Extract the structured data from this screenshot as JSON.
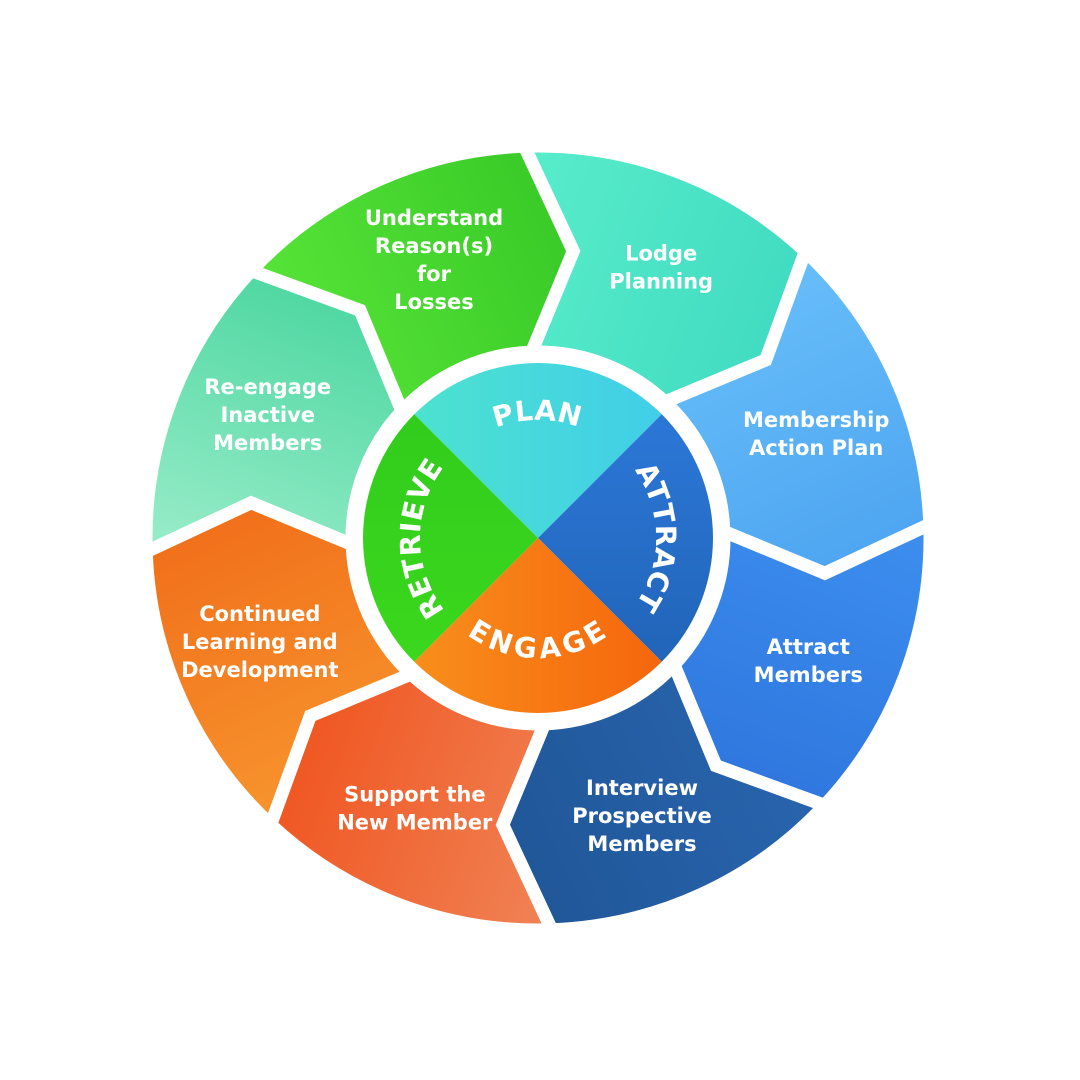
{
  "center": {
    "quadrants": [
      {
        "id": "plan",
        "label": "PLAN",
        "color_a": "#4fe8c8",
        "color_b": "#3ec8f0"
      },
      {
        "id": "attract",
        "label": "ATTRACT",
        "color_a": "#2f7de0",
        "color_b": "#1e5fb0"
      },
      {
        "id": "engage",
        "label": "ENGAGE",
        "color_a": "#f55a08",
        "color_b": "#f99a20"
      },
      {
        "id": "retrieve",
        "label": "RETRIEVE",
        "color_a": "#3edb1e",
        "color_b": "#2fc91c"
      }
    ]
  },
  "segments": [
    {
      "id": "lodge-planning",
      "lines": [
        "Lodge",
        "Planning"
      ],
      "color_a": "#5cf0cc",
      "color_b": "#3ed9c0"
    },
    {
      "id": "membership-action-plan",
      "lines": [
        "Membership",
        "Action Plan"
      ],
      "color_a": "#6cc2fa",
      "color_b": "#4aa2f0"
    },
    {
      "id": "attract-members",
      "lines": [
        "Attract",
        "Members"
      ],
      "color_a": "#3f92f2",
      "color_b": "#2d74dc"
    },
    {
      "id": "interview-prospective-members",
      "lines": [
        "Interview",
        "Prospective",
        "Members"
      ],
      "color_a": "#2a66b0",
      "color_b": "#1f5596"
    },
    {
      "id": "support-the-new-member",
      "lines": [
        "Support the",
        "New Member"
      ],
      "color_a": "#f08a5e",
      "color_b": "#f0501a"
    },
    {
      "id": "continued-learning",
      "lines": [
        "Continued",
        "Learning and",
        "Development"
      ],
      "color_a": "#f89a30",
      "color_b": "#f06a18"
    },
    {
      "id": "re-engage-inactive-members",
      "lines": [
        "Re-engage",
        "Inactive",
        "Members"
      ],
      "color_a": "#a6f0d0",
      "color_b": "#44d49c"
    },
    {
      "id": "understand-reasons",
      "lines": [
        "Understand",
        "Reason(s)",
        "for",
        "Losses"
      ],
      "color_a": "#5be83a",
      "color_b": "#36c726"
    }
  ]
}
